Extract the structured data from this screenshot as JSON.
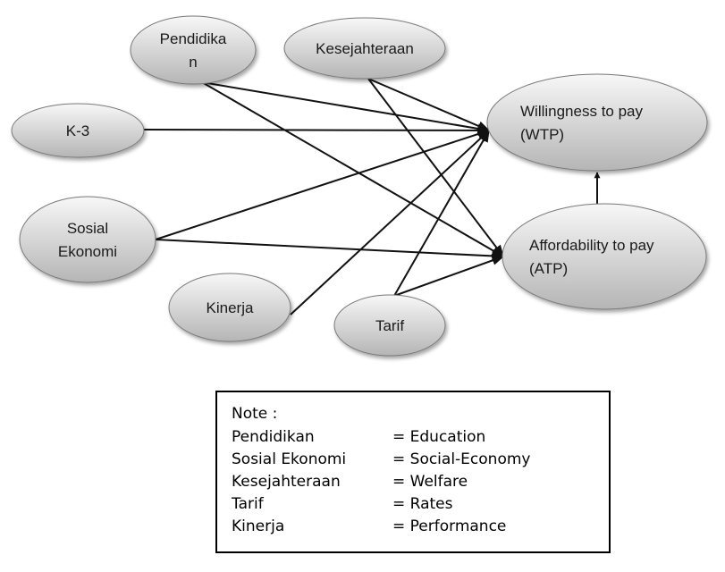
{
  "diagram": {
    "colors": {
      "node_fill_light": "#f7f7f7",
      "node_fill_dark": "#b5b5b5",
      "node_stroke": "#7a7a7a",
      "edge": "#111111"
    },
    "nodes": [
      {
        "id": "pendidikan",
        "lines": [
          "Pendidika",
          "n"
        ]
      },
      {
        "id": "kesejahteraan",
        "lines": [
          "Kesejahteraan"
        ]
      },
      {
        "id": "k3",
        "lines": [
          "K-3"
        ]
      },
      {
        "id": "sosial",
        "lines": [
          "Sosial",
          "Ekonomi"
        ]
      },
      {
        "id": "kinerja",
        "lines": [
          "Kinerja"
        ]
      },
      {
        "id": "tarif",
        "lines": [
          "Tarif"
        ]
      },
      {
        "id": "wtp",
        "lines": [
          "Willingness to pay",
          "(WTP)"
        ]
      },
      {
        "id": "atp",
        "lines": [
          "Affordability to pay",
          "(ATP)"
        ]
      }
    ],
    "edges": [
      {
        "from": "pendidikan",
        "to": "wtp"
      },
      {
        "from": "pendidikan",
        "to": "atp"
      },
      {
        "from": "kesejahteraan",
        "to": "wtp"
      },
      {
        "from": "kesejahteraan",
        "to": "atp"
      },
      {
        "from": "k3",
        "to": "wtp"
      },
      {
        "from": "sosial",
        "to": "wtp"
      },
      {
        "from": "sosial",
        "to": "atp"
      },
      {
        "from": "kinerja",
        "to": "wtp"
      },
      {
        "from": "tarif",
        "to": "wtp"
      },
      {
        "from": "tarif",
        "to": "atp"
      },
      {
        "from": "atp",
        "to": "wtp"
      }
    ]
  },
  "note": {
    "title": "Note :",
    "rows": [
      {
        "term": "Pendidikan",
        "definition": "= Education"
      },
      {
        "term": "Sosial Ekonomi",
        "definition": "= Social-Economy"
      },
      {
        "term": "Kesejahteraan",
        "definition": "= Welfare"
      },
      {
        "term": "Tarif",
        "definition": "= Rates"
      },
      {
        "term": "Kinerja",
        "definition": "= Performance"
      }
    ]
  }
}
